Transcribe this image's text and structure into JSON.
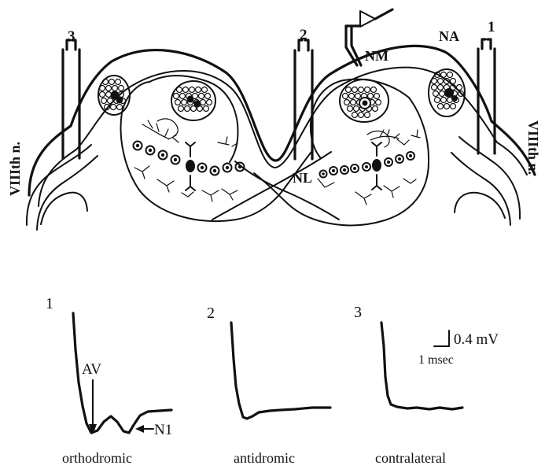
{
  "labels": {
    "electrode_3": "3",
    "electrode_2": "2",
    "electrode_1": "1",
    "nm": "NM",
    "na": "NA",
    "nl": "NL",
    "left_nerve": "VIIIth n.",
    "right_nerve": "VIIIth n."
  },
  "traces": [
    {
      "number": "1",
      "caption": "orthodromic",
      "annotations": {
        "av": "AV",
        "n1": "N1"
      }
    },
    {
      "number": "2",
      "caption": "antidromic"
    },
    {
      "number": "3",
      "caption": "contralateral"
    }
  ],
  "scale_bar": {
    "voltage": "0.4 mV",
    "time": "1 msec"
  }
}
